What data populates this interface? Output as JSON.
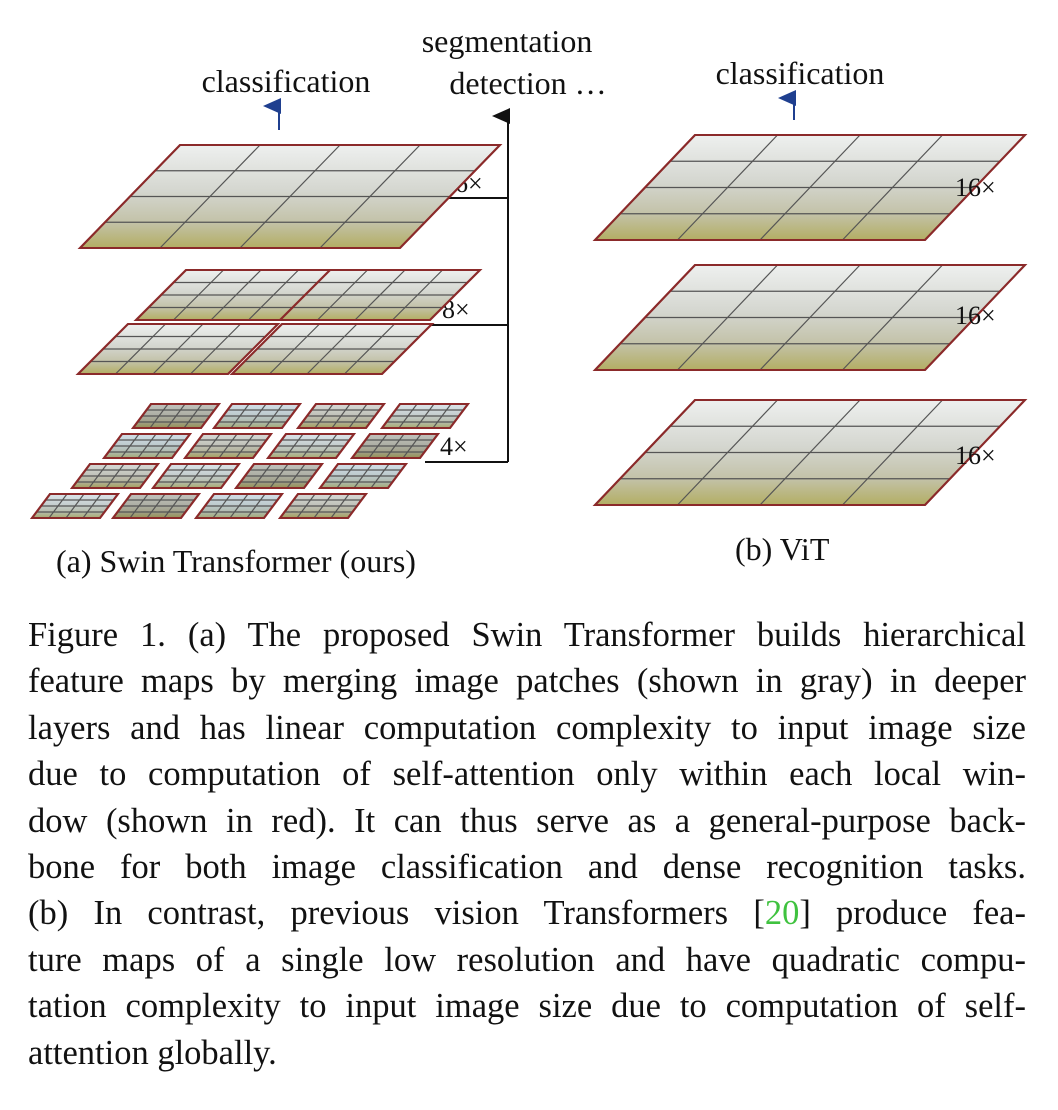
{
  "figure": {
    "panel_a": {
      "top_label": "classification",
      "side_top": "segmentation",
      "side_bottom": "detection …",
      "scales": [
        "16×",
        "8×",
        "4×"
      ],
      "caption": "(a) Swin Transformer (ours)"
    },
    "panel_b": {
      "top_label": "classification",
      "scales": [
        "16×",
        "16×",
        "16×"
      ],
      "caption": "(b) ViT"
    },
    "colors": {
      "window_border": "#8b2a2a",
      "grid": "#555555",
      "arrow_blue": "#1f3f8f",
      "image_sky": "#e9ecec",
      "image_building": "#c9cbc4",
      "image_foliage": "#b7b56a"
    }
  },
  "caption": {
    "lines": [
      "Figure 1. (a) The proposed Swin Transformer builds hierarchical",
      "feature maps by merging image patches (shown in gray) in deeper",
      "layers and has linear computation complexity to input image size",
      "due to computation of self-attention only within each local win-",
      "dow (shown in red). It can thus serve as a general-purpose back-",
      "bone for both image classification and dense recognition tasks.",
      "(b) In contrast, previous vision Transformers [",
      "20",
      "] produce fea-",
      "ture maps of a single low resolution and have quadratic compu-",
      "tation complexity to input image size due to computation of self-",
      "attention globally."
    ]
  }
}
